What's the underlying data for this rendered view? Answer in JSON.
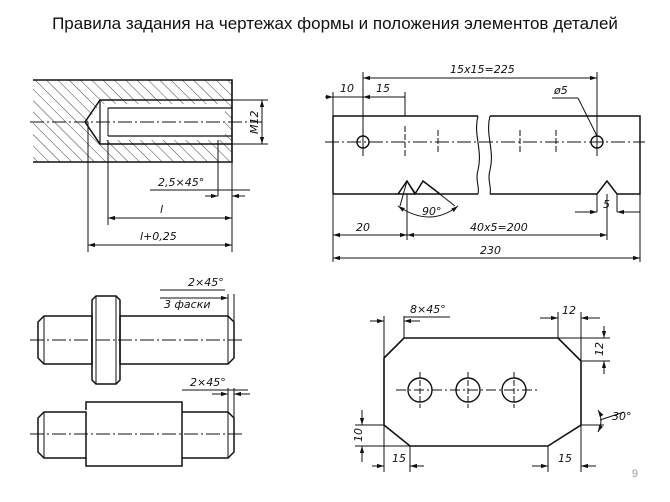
{
  "slide": {
    "title": "Правила задания на чертежах формы и положения элементов деталей",
    "page_number": "9"
  },
  "drawings": {
    "thread_hole": {
      "thread": "M12",
      "chamfer": "2,5×45°",
      "depth": "l",
      "depth_total": "l+0,25"
    },
    "bar": {
      "pitch_top": "15x15=225",
      "dim_10": "10",
      "dim_15": "15",
      "hole_dia": "ø5",
      "angle": "90°",
      "dim_20": "20",
      "pitch_bottom": "40x5=200",
      "dim_5": "5",
      "length": "230"
    },
    "shaft_flange": {
      "chamfer": "2×45°",
      "note": "3 фаски"
    },
    "shaft_collar": {
      "chamfer": "2×45°"
    },
    "plate": {
      "chamfer": "8×45°",
      "dim_12_top": "12",
      "dim_12_side": "12",
      "angle": "30°",
      "dim_10": "10",
      "dim_15_left": "15",
      "dim_15_right": "15"
    }
  },
  "colors": {
    "line": "#111111",
    "background": "#ffffff"
  }
}
